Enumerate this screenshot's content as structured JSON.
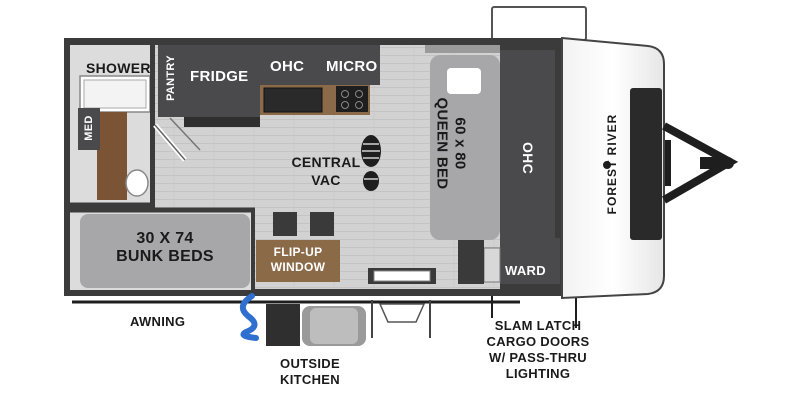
{
  "labels": {
    "shower": "SHOWER",
    "med": "MED",
    "pantry": "PANTRY",
    "fridge": "FRIDGE",
    "ohc_kitchen": "OHC",
    "micro": "MICRO",
    "central_vac_1": "CENTRAL",
    "central_vac_2": "VAC",
    "queen_bed_1": "60 x 80",
    "queen_bed_2": "QUEEN BED",
    "ohc_front": "OHC",
    "ward": "WARD",
    "bunk_beds_1": "30 X 74",
    "bunk_beds_2": "BUNK BEDS",
    "flip_up_1": "FLIP-UP",
    "flip_up_2": "WINDOW",
    "awning": "AWNING",
    "outside_kitchen_1": "OUTSIDE",
    "outside_kitchen_2": "KITCHEN",
    "cargo_1": "SLAM LATCH",
    "cargo_2": "CARGO DOORS",
    "cargo_3": "W/ PASS-THRU",
    "cargo_4": "LIGHTING"
  },
  "branding": {
    "logo_text": "FOREST RIVER"
  },
  "colors": {
    "wall": "#3a3a3a",
    "floor": "#d3d3d3",
    "cabinet": "#4a4a4c",
    "bed": "#a9a9ab",
    "wood": "#6b4a2e",
    "hose": "#2f6fd0"
  }
}
